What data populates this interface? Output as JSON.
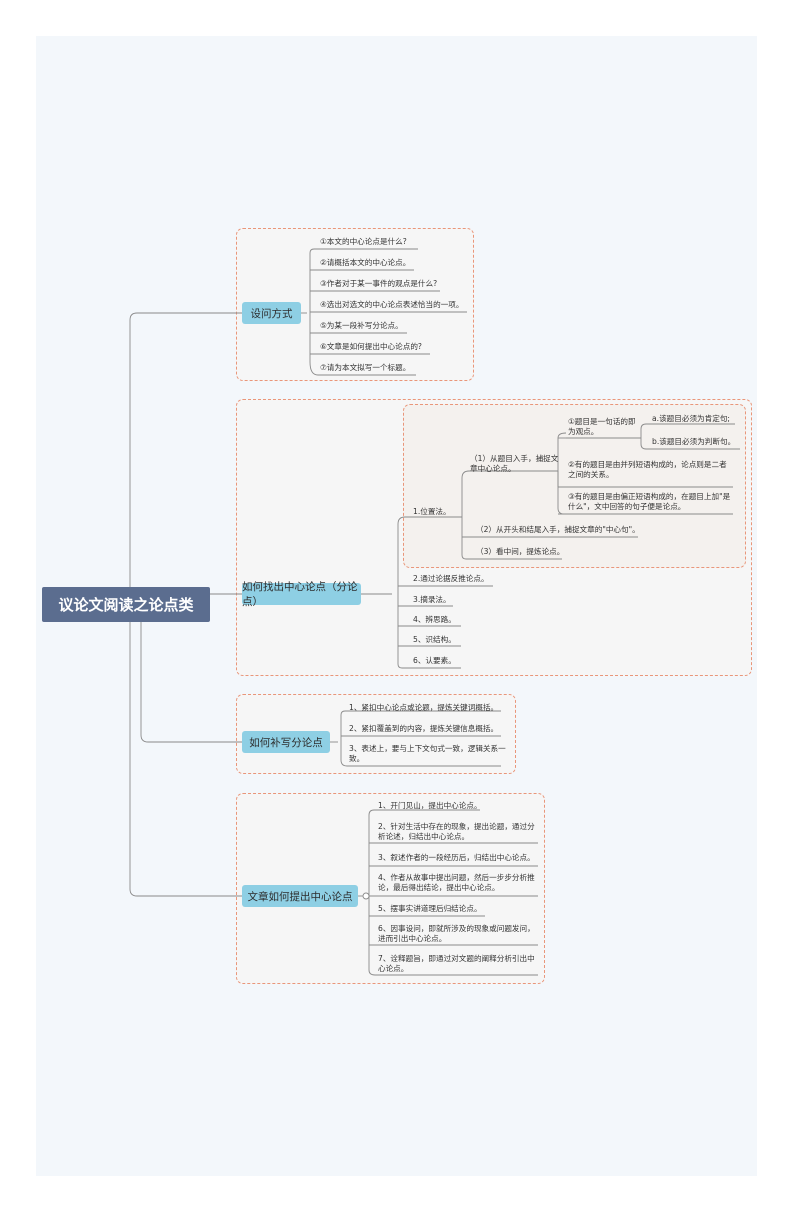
{
  "root": "议论文阅读之论点类",
  "b1": {
    "title": "设问方式",
    "items": [
      "①本文的中心论点是什么?",
      "②请概括本文的中心论点。",
      "③作者对于某一事件的观点是什么?",
      "④选出对选文的中心论点表述恰当的一项。",
      "⑤为某一段补写分论点。",
      "⑥文章是如何提出中心论点的?",
      "⑦请为本文拟写一个标题。"
    ]
  },
  "b2": {
    "title": "如何找出中心论点（分论点）",
    "m1": "1.位置法。",
    "s1": "（1）从题目入手，捕捉文章中心论点。",
    "t1": "①题目是一句话的即为观点。",
    "u1": "a.该题目必须为肯定句;",
    "u2": "b.该题目必须为判断句。",
    "t2": "②有的题目是由并列短语构成的，论点则是二者之间的关系。",
    "t3": "③有的题目是由偏正短语构成的，在题目上加\"是什么\"，文中回答的句子便是论点。",
    "s2": "（2）从开头和结尾入手，捕捉文章的\"中心句\"。",
    "s3": "（3）看中间，提炼论点。",
    "m2": "2.通过论据反推论点。",
    "m3": "3.摘录法。",
    "m4": "4、辨思路。",
    "m5": "5、识结构。",
    "m6": "6、认要素。"
  },
  "b3": {
    "title": "如何补写分论点",
    "items": [
      "1、紧扣中心论点或论题，提炼关键词概括。",
      "2、紧扣覆盖到的内容，提炼关键信息概括。",
      "3、表述上，要与上下文句式一致，逻辑关系一致。"
    ]
  },
  "b4": {
    "title": "文章如何提出中心论点",
    "items": [
      "1、开门见山，提出中心论点。",
      "2、针对生活中存在的现象，提出论题，通过分析论述，归结出中心论点。",
      "3、叙述作者的一段经历后，归结出中心论点。",
      "4、作者从故事中提出问题，然后一步步分析推论，最后得出结论，提出中心论点。",
      "5、摆事实讲道理后归结论点。",
      "6、因事设问，即就所涉及的现象或问题发问，进而引出中心论点。",
      "7、诠释题旨，即通过对文题的阐释分析引出中心论点。"
    ]
  }
}
